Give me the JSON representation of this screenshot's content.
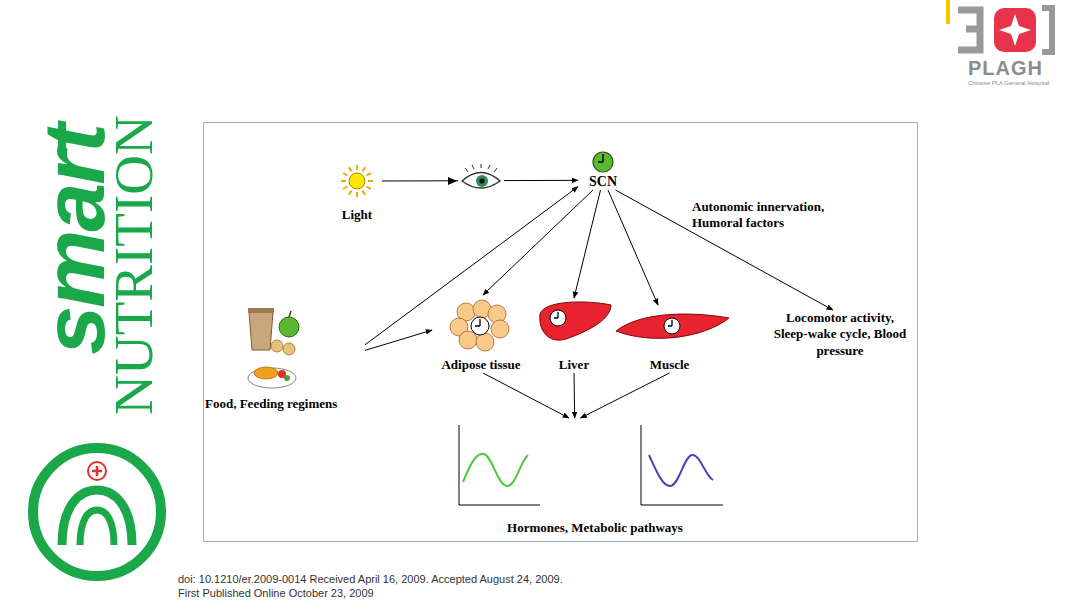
{
  "diagram": {
    "nodes": [
      {
        "text": [
          "Light"
        ]
      },
      {
        "text": [
          "SCN"
        ]
      },
      {
        "text": [
          "Food, Feeding regimens"
        ]
      },
      {
        "text": [
          "Adipose tissue"
        ]
      },
      {
        "text": [
          "Liver"
        ]
      },
      {
        "text": [
          "Muscle"
        ]
      },
      {
        "text": [
          "Locomotor activity, Sleep-wake cycle, Blood pressure"
        ]
      },
      {
        "text": [
          "Hormones, Metabolic pathways"
        ]
      }
    ],
    "edges": [
      {
        "from": 0,
        "to": 1,
        "arrow": "to"
      },
      {
        "from": 2,
        "to": 1,
        "arrow": "to"
      },
      {
        "from": 2,
        "to": 3,
        "arrow": "to"
      },
      {
        "from": 1,
        "to": 3,
        "arrow": "to"
      },
      {
        "from": 1,
        "to": 4,
        "arrow": "to"
      },
      {
        "from": 1,
        "to": 5,
        "arrow": "to"
      },
      {
        "from": 1,
        "to": 6,
        "arrow": "to"
      },
      {
        "from": 3,
        "to": 7,
        "arrow": "to"
      },
      {
        "from": 4,
        "to": 7,
        "arrow": "to"
      },
      {
        "from": 5,
        "to": 7,
        "arrow": "to"
      }
    ],
    "labels": [
      "Autonomic innervation, Humoral factors",
      "smart",
      "NUTRITION",
      "PLAGH",
      "Chinese PLA General Hospital",
      "doi: 10.1210/er.2009-0014 Received April 16, 2009. Accepted August 24, 2009.",
      "First Published Online October 23, 2009"
    ]
  }
}
